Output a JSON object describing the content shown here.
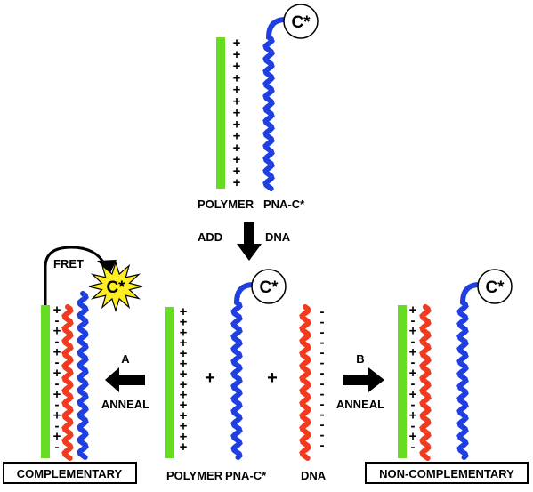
{
  "colors": {
    "polymer": "#66dd22",
    "pna": "#1f3fe0",
    "dna": "#f43a1e",
    "star": "#ffee22",
    "arrow": "#000000"
  },
  "labels": {
    "polymer": "POLYMER",
    "pna": "PNA-C*",
    "dna": "DNA",
    "add": "ADD",
    "dna_add": "DNA",
    "fret": "FRET",
    "a": "A",
    "b": "B",
    "anneal_a": "ANNEAL",
    "anneal_b": "ANNEAL",
    "complementary": "COMPLEMENTARY",
    "non_complementary": "NON-COMPLEMENTARY",
    "plus_symbol": "+",
    "fluorophore": "C*"
  },
  "signs": {
    "positive": "+",
    "negative": "-"
  }
}
